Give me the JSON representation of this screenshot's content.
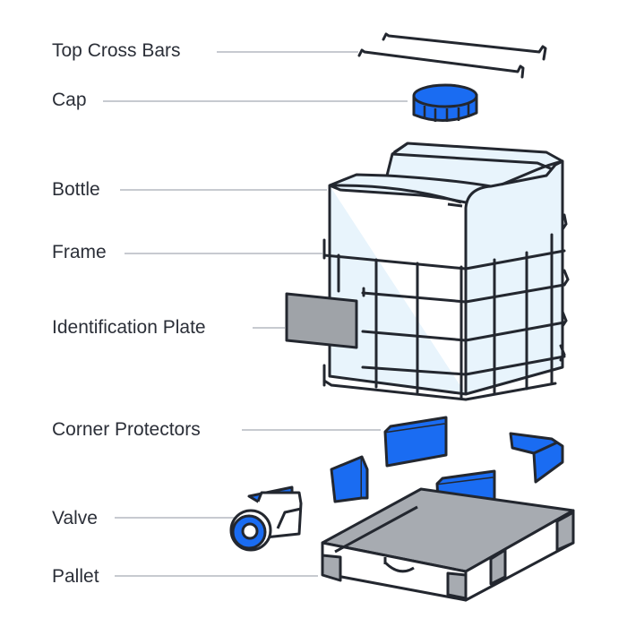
{
  "diagram": {
    "labels": {
      "top_cross_bars": "Top Cross Bars",
      "cap": "Cap",
      "bottle": "Bottle",
      "frame": "Frame",
      "identification_plate": "Identification Plate",
      "corner_protectors": "Corner Protectors",
      "valve": "Valve",
      "pallet": "Pallet"
    }
  },
  "colors": {
    "outline": "#23272f",
    "accent_blue": "#1a6cf2",
    "bottle_fill": "#e8f4fc",
    "pallet_fill": "#a7abb1",
    "plate_fill": "#9fa3a8",
    "leader_line": "#c7cad0",
    "label_text": "#2b2f38"
  }
}
